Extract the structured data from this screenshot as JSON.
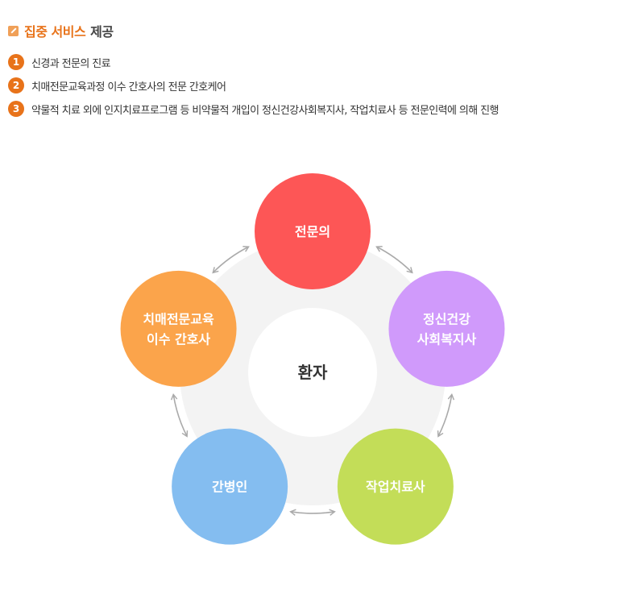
{
  "heading": {
    "accent": "집중 서비스",
    "rest": "제공",
    "icon": "edit-icon"
  },
  "list": [
    {
      "num": "1",
      "text": "신경과 전문의 진료"
    },
    {
      "num": "2",
      "text": "치매전문교육과정 이수 간호사의 전문 간호케어"
    },
    {
      "num": "3",
      "text": "약물적 치료 외에 인지치료프로그램 등 비약물적 개입이 정신건강사회복지사, 작업치료사 등 전문인력에 의해 진행"
    }
  ],
  "diagram": {
    "center": "환자",
    "nodes": [
      {
        "lines": [
          "전문의"
        ],
        "color": "#fd5656"
      },
      {
        "lines": [
          "정신건강",
          "사회복지사"
        ],
        "color": "#d09afb"
      },
      {
        "lines": [
          "작업치료사"
        ],
        "color": "#c3dd58"
      },
      {
        "lines": [
          "간병인"
        ],
        "color": "#84bdf0"
      },
      {
        "lines": [
          "치매전문교육",
          "이수 간호사"
        ],
        "color": "#fba44b"
      }
    ],
    "colors": {
      "accent": "#e8731a",
      "ring": "#f3f3f3",
      "center_bg": "#ffffff",
      "arrow": "#aaaaaa",
      "node_text": "#ffffff",
      "center_text": "#333333"
    }
  }
}
